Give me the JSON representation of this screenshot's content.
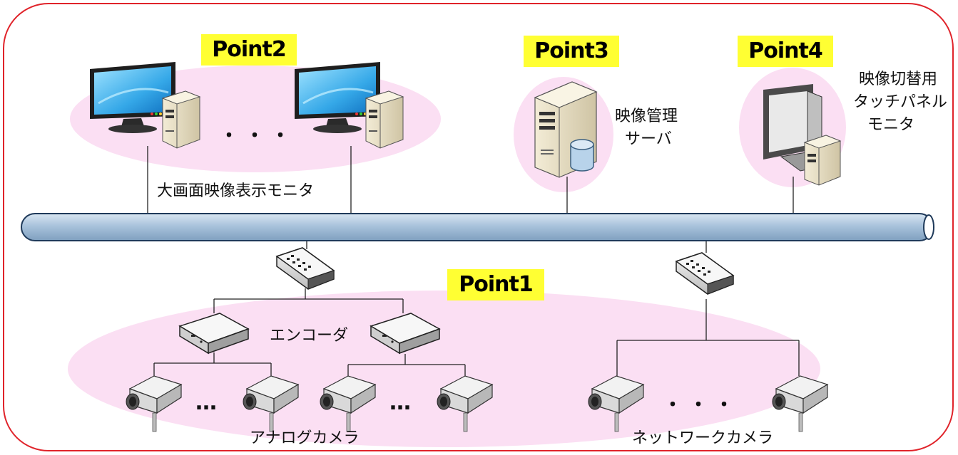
{
  "points": {
    "p1": "Point1",
    "p2": "Point2",
    "p3": "Point3",
    "p4": "Point4"
  },
  "labels": {
    "display_monitor": "大画面映像表示モニタ",
    "server_line1": "映像管理",
    "server_line2": "サーバ",
    "touch_line1": "映像切替用",
    "touch_line2": "タッチパネル",
    "touch_line3": "モニタ",
    "encoder": "エンコーダ",
    "analog_camera": "アナログカメラ",
    "network_camera": "ネットワークカメラ"
  },
  "ellipsis": {
    "monitors": "・・・",
    "analog_a": "…",
    "analog_b": "…",
    "network": "・・・"
  },
  "colors": {
    "frame": "#e0232a",
    "highlight": "#ffff33",
    "blob": "#fbdff3",
    "backbone": "#a9c3dc"
  }
}
